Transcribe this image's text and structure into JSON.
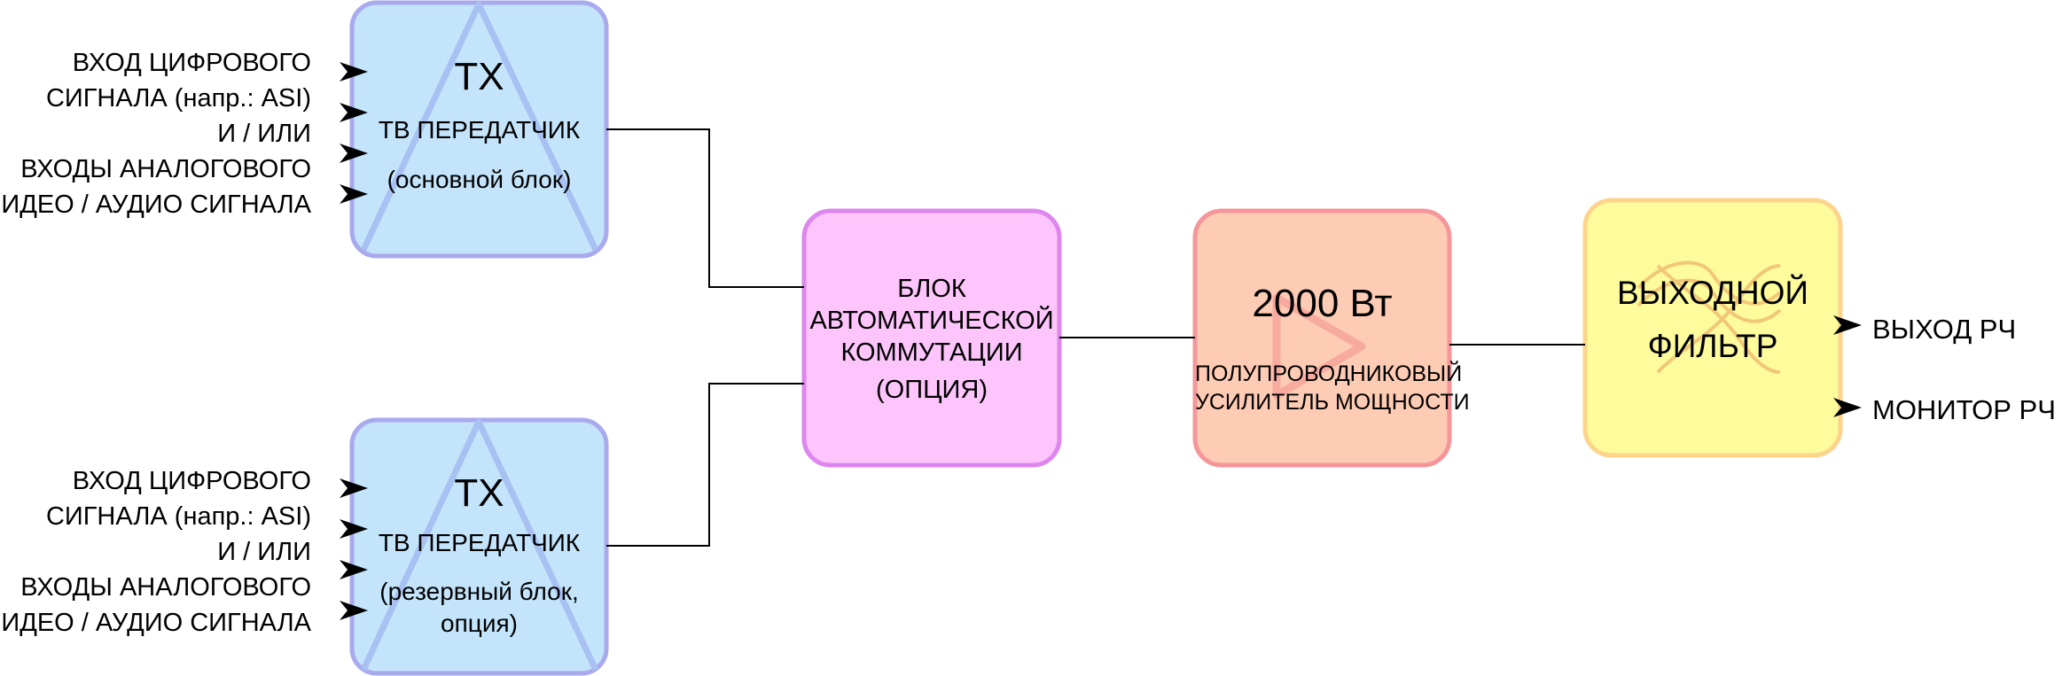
{
  "colors": {
    "tx_fill": "#c3e4fb",
    "tx_border": "#a9a9ee",
    "tx_glyph": "#a9c0f2",
    "switch_fill": "#fdc5fb",
    "switch_border": "#dd86ee",
    "amp_fill": "#fecbb4",
    "amp_border": "#f4969a",
    "amp_glyph": "#f7aaa0",
    "filter_fill": "#fdfb9b",
    "filter_border": "#fcd48c",
    "filter_glyph": "#f1c87a",
    "wire": "#000000"
  },
  "tx_main": {
    "title": "TX",
    "subtitle": "ТВ ПЕРЕДАТЧИК",
    "note_lines": [
      "(основной блок)"
    ]
  },
  "tx_reserve": {
    "title": "TX",
    "subtitle": "ТВ ПЕРЕДАТЧИК",
    "note_lines": [
      "(резервный блок,",
      "опция)"
    ]
  },
  "inputs_main": [
    "ВХОД ЦИФРОВОГО",
    "СИГНАЛА (напр.: ASI)",
    "И / ИЛИ",
    "ВХОДЫ АНАЛОГОВОГО",
    "ВИДЕО / АУДИО СИГНАЛА"
  ],
  "inputs_reserve": [
    "ВХОД ЦИФРОВОГО",
    "СИГНАЛА (напр.: ASI)",
    "И / ИЛИ",
    "ВХОДЫ АНАЛОГОВОГО",
    "ВИДЕО / АУДИО СИГНАЛА"
  ],
  "switch": {
    "lines": [
      "БЛОК",
      "АВТОМАТИЧЕСКОЙ",
      "КОММУТАЦИИ",
      "(ОПЦИЯ)"
    ]
  },
  "amplifier": {
    "power": "2000 Вт",
    "lines": [
      "ПОЛУПРОВОДНИКОВЫЙ",
      "УСИЛИТЕЛЬ МОЩНОСТИ"
    ]
  },
  "filter": {
    "lines": [
      "ВЫХОДНОЙ",
      "ФИЛЬТР"
    ]
  },
  "outputs": {
    "rf_out": "ВЫХОД РЧ",
    "rf_monitor": "МОНИТОР РЧ"
  }
}
